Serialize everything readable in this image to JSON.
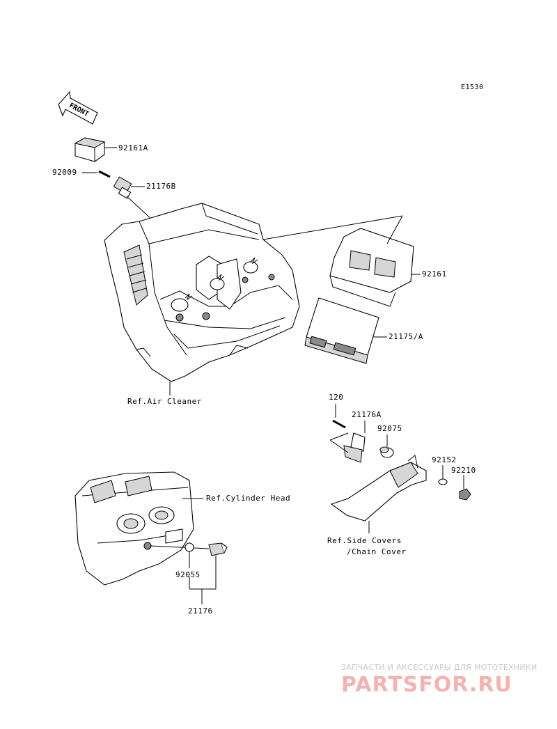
{
  "diagram_code": "E1530",
  "front_arrow_text": "FRONT",
  "labels": {
    "p92161A": "92161A",
    "p92009": "92009",
    "p21176B": "21176B",
    "p92161": "92161",
    "p21175A": "21175/A",
    "ref_air_cleaner": "Ref.Air Cleaner",
    "p120": "120",
    "p21176A": "21176A",
    "p92075": "92075",
    "p92152": "92152",
    "p92210": "92210",
    "ref_cylinder_head": "Ref.Cylinder Head",
    "ref_side_covers_1": "Ref.Side Covers",
    "ref_side_covers_2": "/Chain Cover",
    "p92055": "92055",
    "p21176": "21176"
  },
  "watermark": {
    "tagline": "ЗАПЧАСТИ И АКСЕССУАРЫ ДЛЯ МОТОТЕХНИКИ",
    "logo": "PARTSFOR.RU"
  }
}
